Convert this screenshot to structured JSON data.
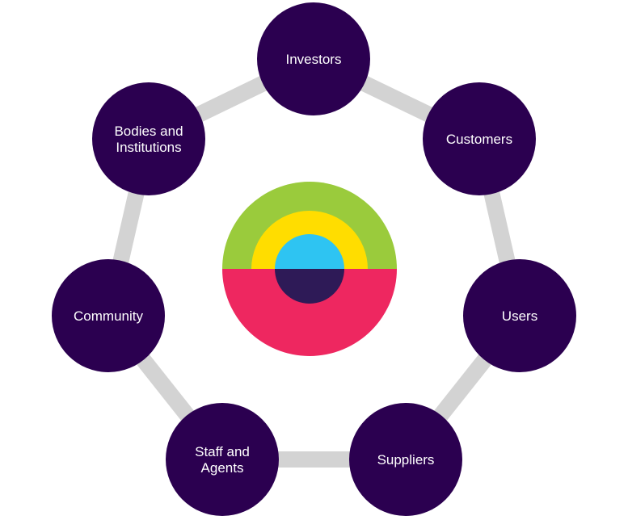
{
  "diagram": {
    "colors": {
      "ring": "#d3d3d3",
      "node_fill": "#2b0050",
      "node_text": "#ffffff",
      "center_outer_top": "#9acb3c",
      "center_middle_top": "#ffdd00",
      "center_inner_top": "#2ec4f2",
      "center_bottom": "#ee2760",
      "center_inner_bottom": "#2e1a57"
    },
    "center_emblem": "stakeholder-logo",
    "nodes": [
      {
        "id": "investors",
        "lines": [
          "Investors"
        ]
      },
      {
        "id": "customers",
        "lines": [
          "Customers"
        ]
      },
      {
        "id": "users",
        "lines": [
          "Users"
        ]
      },
      {
        "id": "suppliers",
        "lines": [
          "Suppliers"
        ]
      },
      {
        "id": "staff-and-agents",
        "lines": [
          "Staff and",
          "Agents"
        ]
      },
      {
        "id": "community",
        "lines": [
          "Community"
        ]
      },
      {
        "id": "bodies-and-institutions",
        "lines": [
          "Bodies and",
          "Institutions"
        ]
      }
    ]
  }
}
